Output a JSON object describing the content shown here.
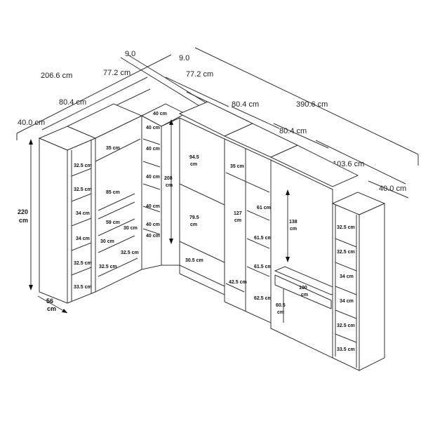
{
  "top_dims": {
    "d9a": "9.0",
    "d9b": "9.0",
    "d206": "206.6 cm",
    "d772a": "77.2 cm",
    "d772b": "77.2 cm",
    "d804a": "80.4 cm",
    "d804b": "80.4 cm",
    "d804c": "80.4 cm",
    "d3906": "390.6 cm",
    "d40a": "40.0 cm",
    "d1036": "103.6 cm",
    "d40b": "40.0 cm"
  },
  "height": {
    "h220": "220",
    "h220u": "cm"
  },
  "depth": {
    "d56": "56",
    "d56u": "cm"
  },
  "left_unit": {
    "s1": "32.5 cm",
    "s2": "32.5 cm",
    "s3": "34 cm",
    "s4": "34 cm",
    "s5": "32.5 cm",
    "s6": "33.5 cm"
  },
  "second_unit": {
    "t35": "35 cm",
    "t85": "85 cm",
    "t59": "59 cm",
    "t30a": "30 cm",
    "t30b": "30 cm",
    "t325a": "32.5 cm",
    "t325b": "32.5 cm"
  },
  "corner": {
    "w40": "40 cm",
    "c1": "40 cm",
    "c2": "40 cm",
    "c3": "40 cm",
    "c4": "40 cm",
    "c5": "40 cm",
    "c6": "40 cm",
    "h208": "208",
    "h208u": "cm"
  },
  "middle": {
    "m945": "94.5",
    "m945u": "cm",
    "m795": "79.5",
    "m795u": "cm",
    "m305": "30.5 cm"
  },
  "right_mid": {
    "r35": "35 cm",
    "r127": "127",
    "r127u": "cm",
    "r425": "42.5 cm",
    "r61a": "61 cm",
    "r615a": "61.5 cm",
    "r615b": "61.5 cm",
    "r625": "62.5 cm"
  },
  "desk": {
    "k138": "138",
    "k138u": "cm",
    "k100": "100",
    "k100u": "cm",
    "k605": "60.5",
    "k605u": "cm"
  },
  "right_unit": {
    "u1": "32.5 cm",
    "u2": "32.5 cm",
    "u3": "34 cm",
    "u4": "34 cm",
    "u5": "32.5 cm",
    "u6": "33.5 cm"
  }
}
